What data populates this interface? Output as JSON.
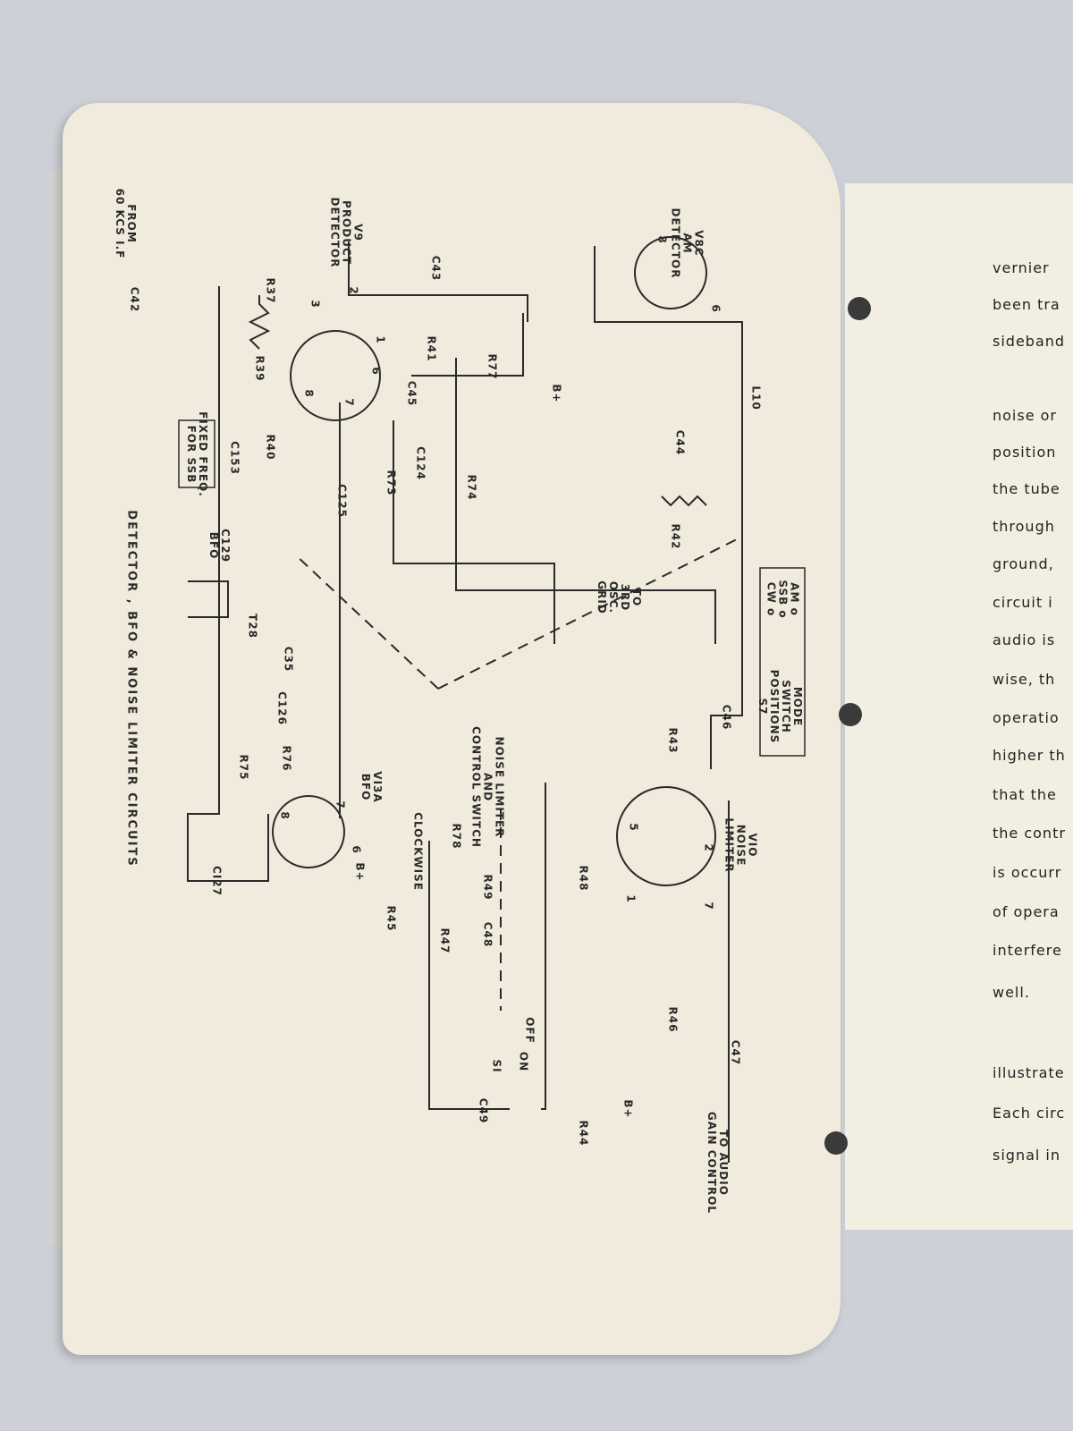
{
  "schematic": {
    "caption": "DETECTOR , BFO & NOISE LIMITER CIRCUITS",
    "labels": [
      "FROM\n60 KCS I.F",
      "C42",
      "V8C\nAM\nDETECTOR",
      "L10",
      "C44",
      "R42",
      "C43",
      "R77",
      "R41",
      "C45",
      "B+",
      "R74",
      "C124",
      "R73",
      "V9\nPRODUCT\nDETECTOR",
      "R37",
      "R39",
      "R40",
      "C153",
      "FIXED FREQ.\nFOR SSB",
      "C125",
      "C129\nBFO",
      "T28",
      "C35",
      "C126",
      "R76",
      "R75",
      "VI3A\nBFO",
      "B+",
      "CI27",
      "TO\n3RD\nOSC.\nGRID",
      "MODE\nSWITCH\nPOSITIONS\nS7",
      "AM o\nSSB o\nCW o",
      "C46",
      "R43",
      "NOISE LIMITER\nAND\nCONTROL SWITCH",
      "R78",
      "CLOCKWISE",
      "R49",
      "R45",
      "R47",
      "C48",
      "R48",
      "VIO\nNOISE\nLIMITER",
      "R46",
      "C47",
      "OFF",
      "ON",
      "SI",
      "B+",
      "C49",
      "R44",
      "TO AUDIO\nGAIN CONTROL"
    ],
    "pins": [
      "6",
      "8",
      "2",
      "3",
      "1",
      "6",
      "8",
      "7",
      "7",
      "8",
      "6",
      "2",
      "7",
      "5",
      "1"
    ]
  },
  "right_page": {
    "lines": [
      "vernier",
      "been tra",
      "sideband",
      "noise or",
      "position",
      "the tube",
      "through",
      "ground,",
      "circuit i",
      "audio is",
      "wise, th",
      "operatio",
      "higher th",
      "that the",
      "the contr",
      "is occurr",
      "of opera",
      "interfere",
      "well.",
      "illustrate",
      "Each circ",
      "signal in"
    ]
  }
}
